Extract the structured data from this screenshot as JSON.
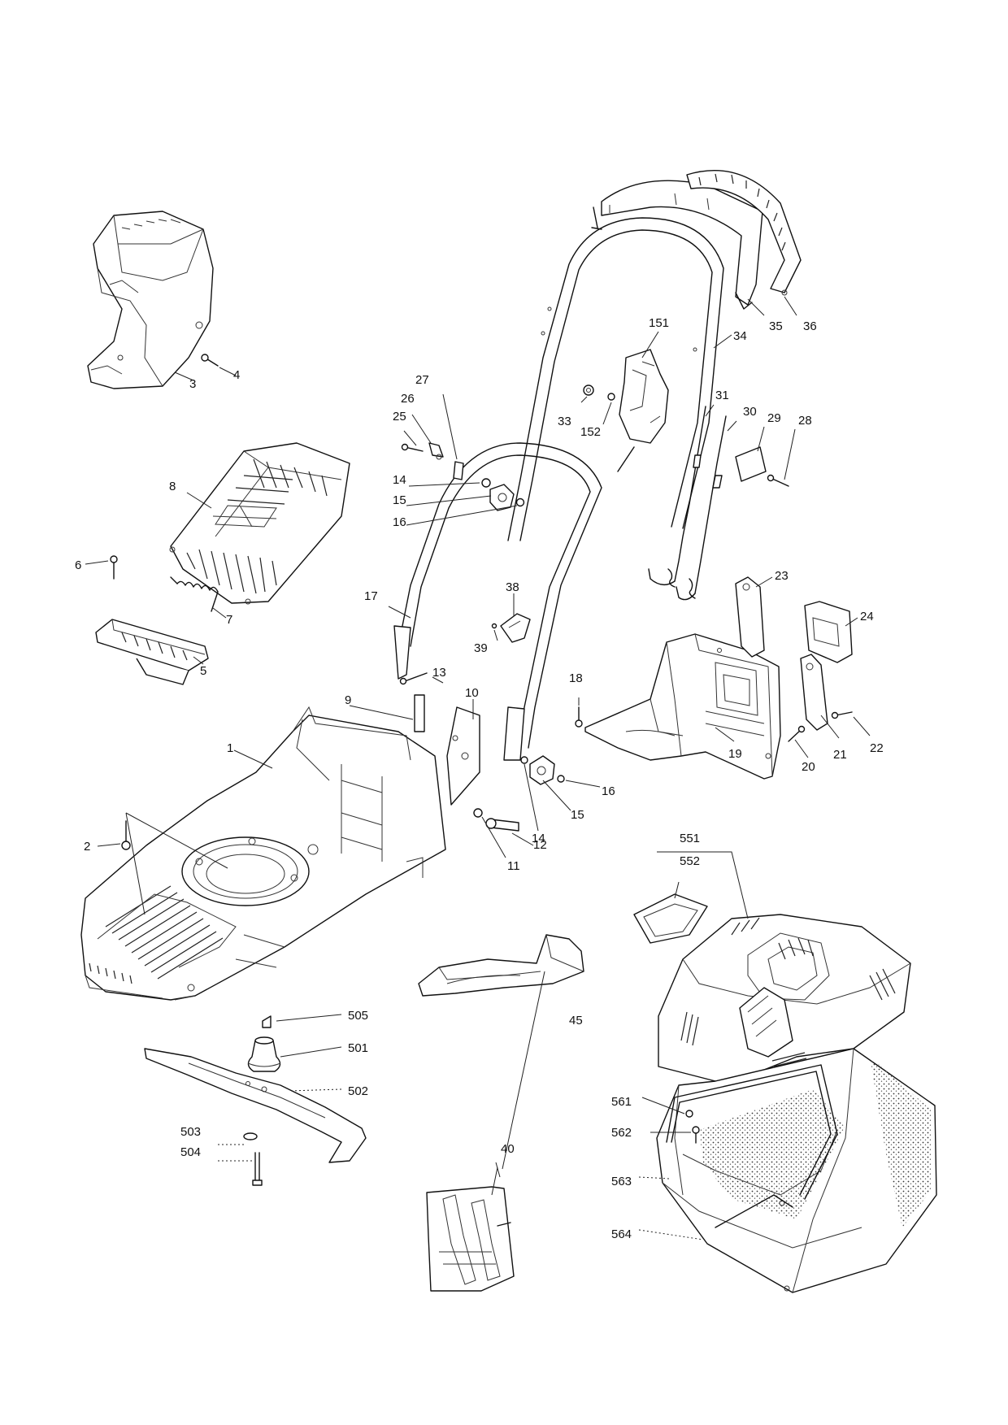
{
  "diagram": {
    "callouts": [
      {
        "id": "1",
        "label": "1"
      },
      {
        "id": "2",
        "label": "2"
      },
      {
        "id": "3",
        "label": "3"
      },
      {
        "id": "4",
        "label": "4"
      },
      {
        "id": "5",
        "label": "5"
      },
      {
        "id": "6",
        "label": "6"
      },
      {
        "id": "7",
        "label": "7"
      },
      {
        "id": "8",
        "label": "8"
      },
      {
        "id": "9",
        "label": "9"
      },
      {
        "id": "10",
        "label": "10"
      },
      {
        "id": "11",
        "label": "11"
      },
      {
        "id": "12",
        "label": "12"
      },
      {
        "id": "13",
        "label": "13"
      },
      {
        "id": "14a",
        "label": "14"
      },
      {
        "id": "14b",
        "label": "14"
      },
      {
        "id": "15a",
        "label": "15"
      },
      {
        "id": "15b",
        "label": "15"
      },
      {
        "id": "16a",
        "label": "16"
      },
      {
        "id": "16b",
        "label": "16"
      },
      {
        "id": "17",
        "label": "17"
      },
      {
        "id": "18",
        "label": "18"
      },
      {
        "id": "19",
        "label": "19"
      },
      {
        "id": "20",
        "label": "20"
      },
      {
        "id": "21",
        "label": "21"
      },
      {
        "id": "22",
        "label": "22"
      },
      {
        "id": "23",
        "label": "23"
      },
      {
        "id": "24",
        "label": "24"
      },
      {
        "id": "25",
        "label": "25"
      },
      {
        "id": "26",
        "label": "26"
      },
      {
        "id": "27",
        "label": "27"
      },
      {
        "id": "28",
        "label": "28"
      },
      {
        "id": "29",
        "label": "29"
      },
      {
        "id": "30",
        "label": "30"
      },
      {
        "id": "31",
        "label": "31"
      },
      {
        "id": "33",
        "label": "33"
      },
      {
        "id": "34",
        "label": "34"
      },
      {
        "id": "35",
        "label": "35"
      },
      {
        "id": "36",
        "label": "36"
      },
      {
        "id": "38",
        "label": "38"
      },
      {
        "id": "39",
        "label": "39"
      },
      {
        "id": "40",
        "label": "40"
      },
      {
        "id": "45",
        "label": "45"
      },
      {
        "id": "151",
        "label": "151"
      },
      {
        "id": "152",
        "label": "152"
      },
      {
        "id": "501",
        "label": "501"
      },
      {
        "id": "502",
        "label": "502"
      },
      {
        "id": "503",
        "label": "503"
      },
      {
        "id": "504",
        "label": "504"
      },
      {
        "id": "505",
        "label": "505"
      },
      {
        "id": "551",
        "label": "551"
      },
      {
        "id": "552",
        "label": "552"
      },
      {
        "id": "561",
        "label": "561"
      },
      {
        "id": "562",
        "label": "562"
      },
      {
        "id": "563",
        "label": "563"
      },
      {
        "id": "564",
        "label": "564"
      }
    ]
  }
}
